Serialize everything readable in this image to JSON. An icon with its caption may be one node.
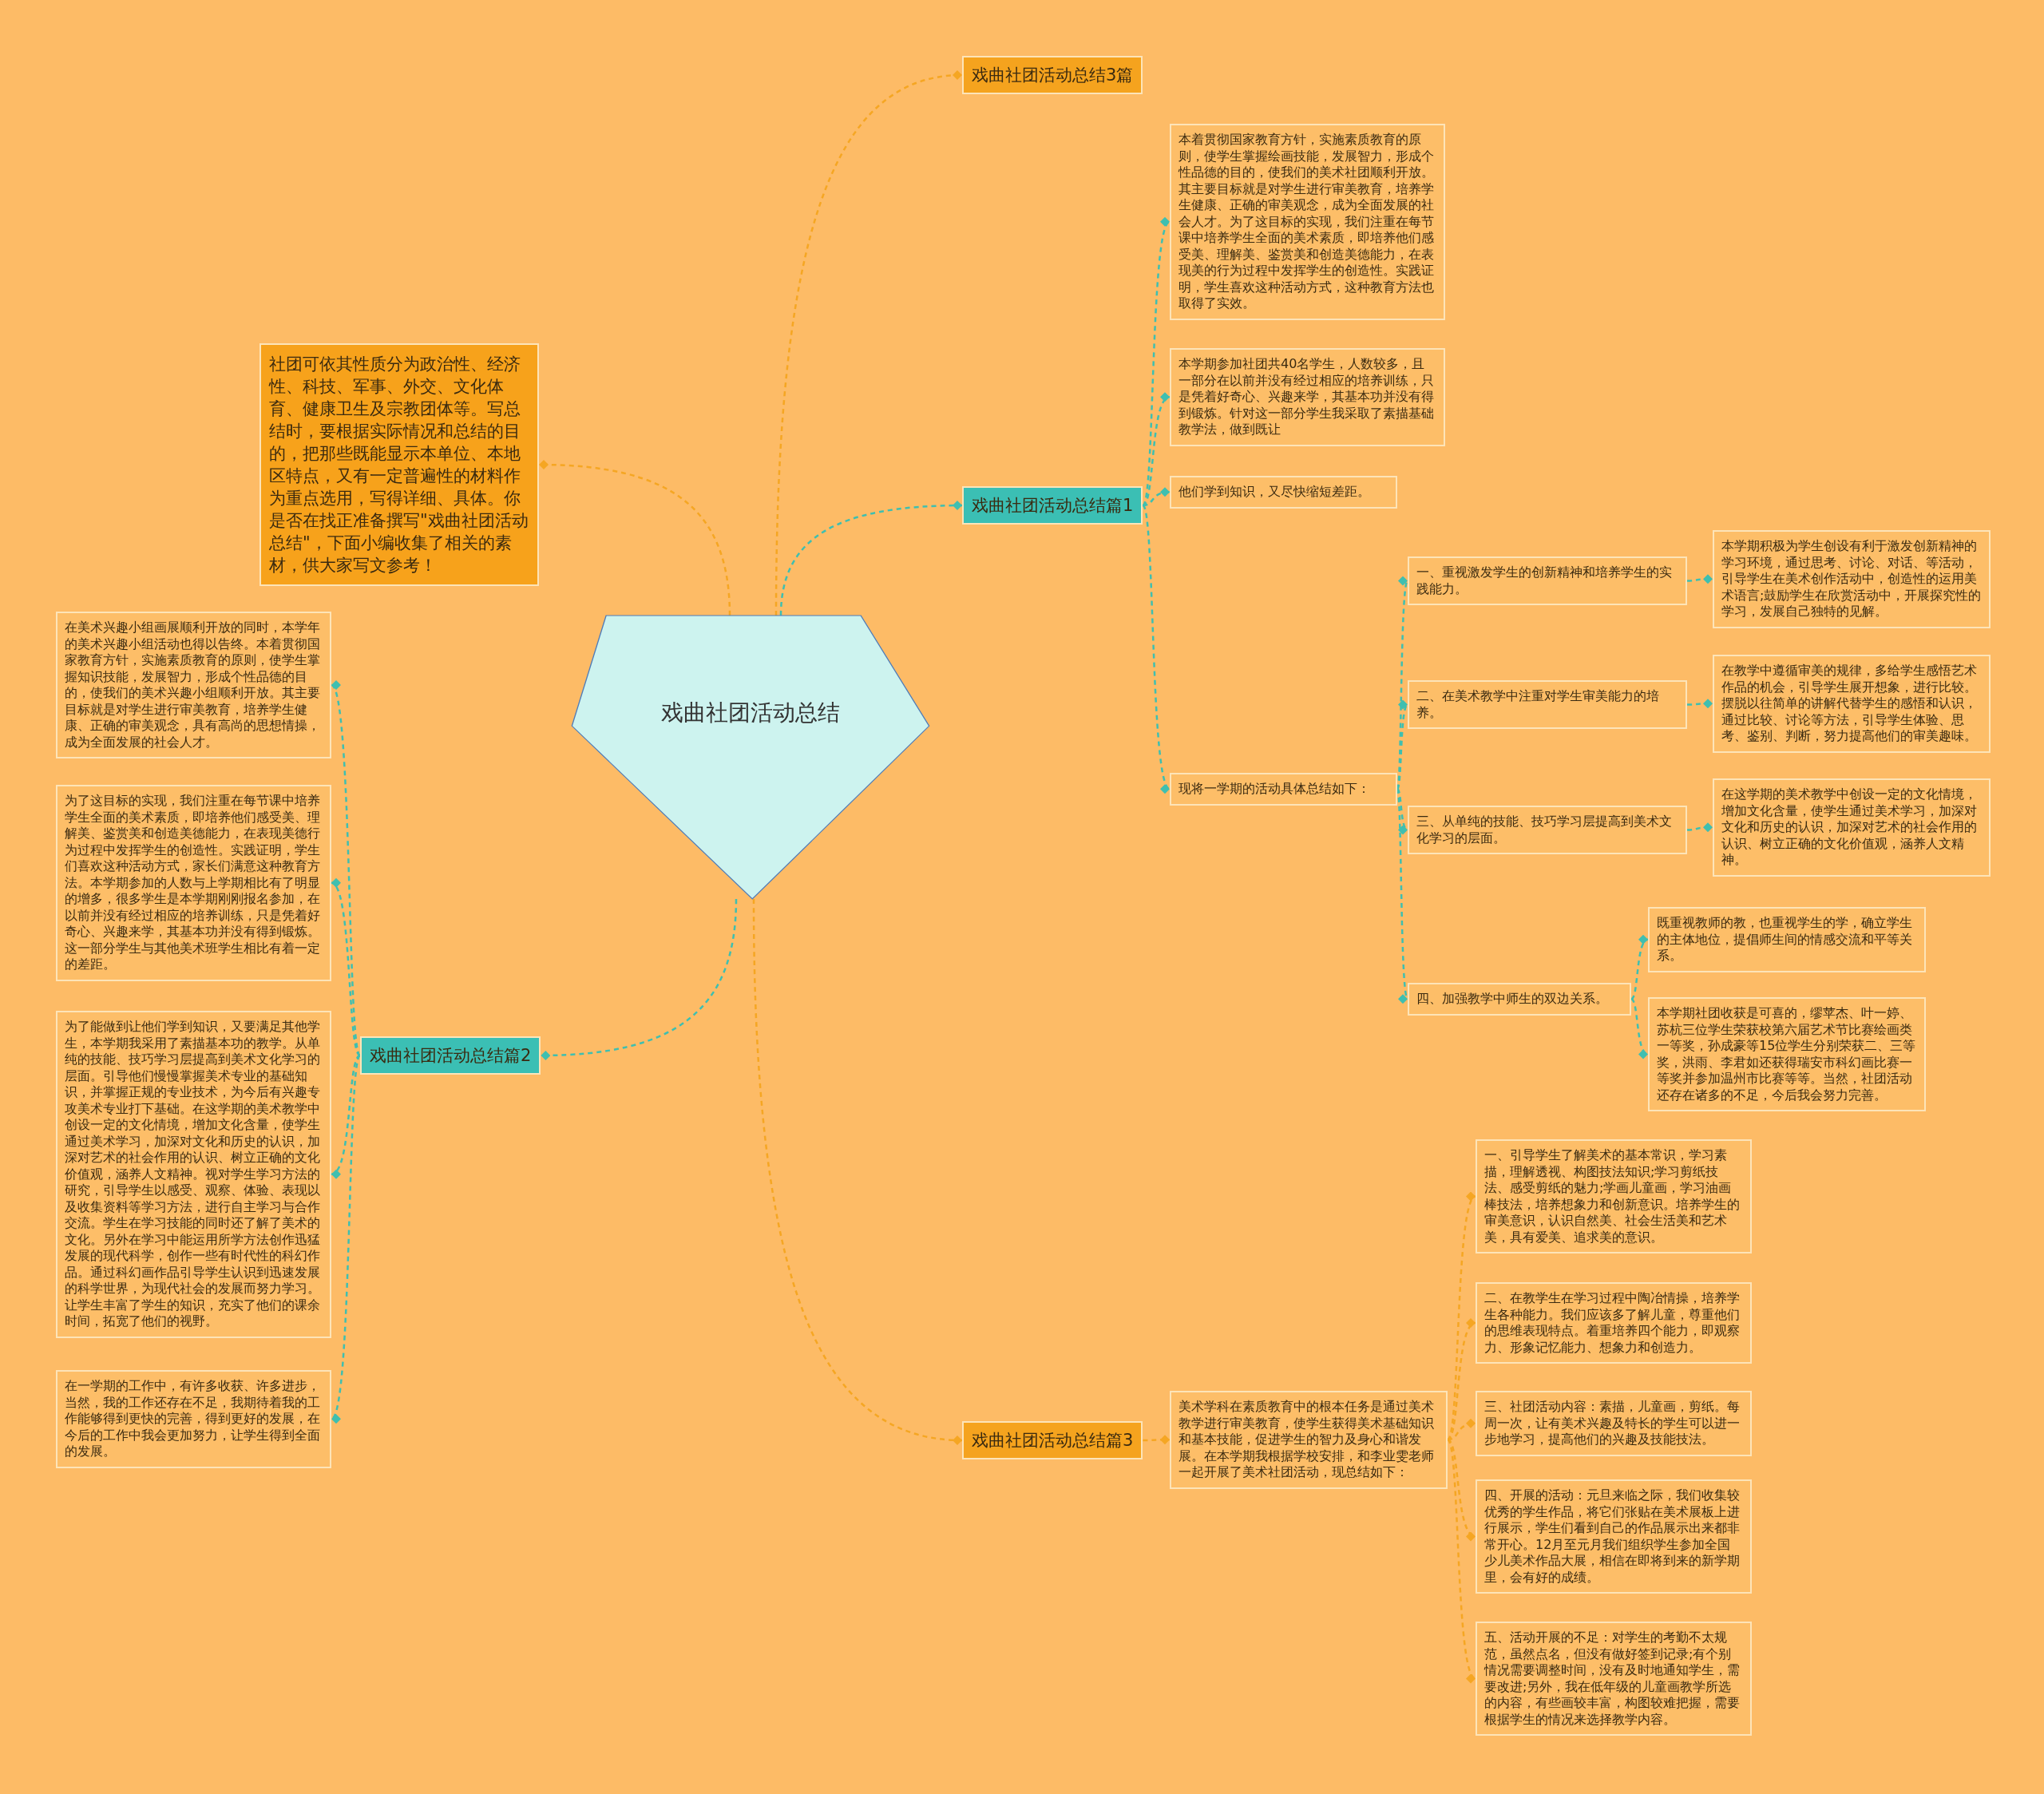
{
  "diagram": {
    "nodes": [
      {
        "text": [
          "戏曲社团活动总结"
        ]
      },
      {
        "text": [
          "戏曲社团活动总结3篇"
        ]
      },
      {
        "text": [
          "社团可依其性质分为政治性、经济性、科技、军事、外交、文化体育、健康卫生及宗教团体等。写总结时，要根据实际情况和总结的目的，把那些既能显示本单位、本地区特点，又有一定普遍性的材料作为重点选用，写得详细、具体。你是否在找正准备撰写\"戏曲社团活动总结\"，下面小编收集了相关的素材，供大家写文参考！"
        ]
      },
      {
        "text": [
          "戏曲社团活动总结篇1"
        ]
      },
      {
        "text": [
          "本着贯彻国家教育方针，实施素质教育的原则，使学生掌握绘画技能，发展智力，形成个性品德的目的，使我们的美术社团顺利开放。其主要目标就是对学生进行审美教育，培养学生健康、正确的审美观念，成为全面发展的社会人才。为了这目标的实现，我们注重在每节课中培养学生全面的美术素质，即培养他们感受美、理解美、鉴赏美和创造美德能力，在表现美的行为过程中发挥学生的创造性。实践证明，学生喜欢这种活动方式，这种教育方法也取得了实效。"
        ]
      },
      {
        "text": [
          "本学期参加社团共40名学生，人数较多，且一部分在以前并没有经过相应的培养训练，只是凭着好奇心、兴趣来学，其基本功并没有得到锻炼。针对这一部分学生我采取了素描基础教学法，做到既让"
        ]
      },
      {
        "text": [
          "他们学到知识，又尽快缩短差距。"
        ]
      },
      {
        "text": [
          "现将一学期的活动具体总结如下："
        ]
      },
      {
        "text": [
          "一、重视激发学生的创新精神和培养学生的实践能力。"
        ]
      },
      {
        "text": [
          "本学期积极为学生创设有利于激发创新精神的学习环境，通过思考、讨论、对话、等活动，引导学生在美术创作活动中，创造性的运用美术语言;鼓励学生在欣赏活动中，开展探究性的学习，发展自己独特的见解。"
        ]
      },
      {
        "text": [
          "二、在美术教学中注重对学生审美能力的培养。"
        ]
      },
      {
        "text": [
          "在教学中遵循审美的规律，多给学生感悟艺术作品的机会，引导学生展开想象，进行比较。摆脱以往简单的讲解代替学生的感悟和认识，通过比较、讨论等方法，引导学生体验、思考、鉴别、判断，努力提高他们的审美趣味。"
        ]
      },
      {
        "text": [
          "三、从单纯的技能、技巧学习层提高到美术文化学习的层面。"
        ]
      },
      {
        "text": [
          "在这学期的美术教学中创设一定的文化情境，增加文化含量，使学生通过美术学习，加深对文化和历史的认识，加深对艺术的社会作用的认识、树立正确的文化价值观，涵养人文精神。"
        ]
      },
      {
        "text": [
          "四、加强教学中师生的双边关系。"
        ]
      },
      {
        "text": [
          "既重视教师的教，也重视学生的学，确立学生的主体地位，提倡师生间的情感交流和平等关系。"
        ]
      },
      {
        "text": [
          "本学期社团收获是可喜的，缪苹杰、叶一婷、苏杭三位学生荣获校第六届艺术节比赛绘画类一等奖，孙成豪等15位学生分别荣获二、三等奖，洪雨、李君如还获得瑞安市科幻画比赛一等奖并参加温州市比赛等等。当然，社团活动还存在诸多的不足，今后我会努力完善。"
        ]
      },
      {
        "text": [
          "戏曲社团活动总结篇2"
        ]
      },
      {
        "text": [
          "在美术兴趣小组画展顺利开放的同时，本学年的美术兴趣小组活动也得以告终。本着贯彻国家教育方针，实施素质教育的原则，使学生掌握知识技能，发展智力，形成个性品德的目的，使我们的美术兴趣小组顺利开放。其主要目标就是对学生进行审美教育，培养学生健康、正确的审美观念，具有高尚的思想情操，成为全面发展的社会人才。"
        ]
      },
      {
        "text": [
          "为了这目标的实现，我们注重在每节课中培养学生全面的美术素质，即培养他们感受美、理解美、鉴赏美和创造美德能力，在表现美德行为过程中发挥学生的创造性。实践证明，学生们喜欢这种活动方式，家长们满意这种教育方法。本学期参加的人数与上学期相比有了明显的增多，很多学生是本学期刚刚报名参加，在以前并没有经过相应的培养训练，只是凭着好奇心、兴趣来学，其基本功并没有得到锻炼。这一部分学生与其他美术班学生相比有着一定的差距。"
        ]
      },
      {
        "text": [
          "为了能做到让他们学到知识，又要满足其他学生，本学期我采用了素描基本功的教学。从单纯的技能、技巧学习层提高到美术文化学习的层面。引导他们慢慢掌握美术专业的基础知识，并掌握正规的专业技术，为今后有兴趣专攻美术专业打下基础。在这学期的美术教学中创设一定的文化情境，增加文化含量，使学生通过美术学习，加深对文化和历史的认识，加深对艺术的社会作用的认识、树立正确的文化价值观，涵养人文精神。视对学生学习方法的研究，引导学生以感受、观察、体验、表现以及收集资料等学习方法，进行自主学习与合作交流。学生在学习技能的同时还了解了美术的文化。另外在学习中能运用所学方法创作迅猛发展的现代科学，创作一些有时代性的科幻作品。通过科幻画作品引导学生认识到迅速发展的科学世界，为现代社会的发展而努力学习。让学生丰富了学生的知识，充实了他们的课余时间，拓宽了他们的视野。"
        ]
      },
      {
        "text": [
          "在一学期的工作中，有许多收获、许多进步，当然，我的工作还存在不足，我期待着我的工作能够得到更快的完善，得到更好的发展，在今后的工作中我会更加努力，让学生得到全面的发展。"
        ]
      },
      {
        "text": [
          "戏曲社团活动总结篇3"
        ]
      },
      {
        "text": [
          "美术学科在素质教育中的根本任务是通过美术教学进行审美教育，使学生获得美术基础知识和基本技能，促进学生的智力及身心和谐发展。在本学期我根据学校安排，和李业雯老师一起开展了美术社团活动，现总结如下："
        ]
      },
      {
        "text": [
          "一、引导学生了解美术的基本常识，学习素描，理解透视、构图技法知识;学习剪纸技法、感受剪纸的魅力;学画儿童画，学习油画棒技法，培养想象力和创新意识。培养学生的审美意识，认识自然美、社会生活美和艺术美，具有爱美、追求美的意识。"
        ]
      },
      {
        "text": [
          "二、在教学生在学习过程中陶冶情操，培养学生各种能力。我们应该多了解儿童，尊重他们的思维表现特点。着重培养四个能力，即观察力、形象记忆能力、想象力和创造力。"
        ]
      },
      {
        "text": [
          "三、社团活动内容：素描，儿童画，剪纸。每周一次，让有美术兴趣及特长的学生可以进一步地学习，提高他们的兴趣及技能技法。"
        ]
      },
      {
        "text": [
          "四、开展的活动：元旦来临之际，我们收集较优秀的学生作品，将它们张贴在美术展板上进行展示，学生们看到自己的作品展示出来都非常开心。12月至元月我们组织学生参加全国少儿美术作品大展，相信在即将到来的新学期里，会有好的成绩。"
        ]
      },
      {
        "text": [
          "五、活动开展的不足：对学生的考勤不太规范，虽然点名，但没有做好签到记录;有个别情况需要调整时间，没有及时地通知学生，需要改进;另外，我在低年级的儿童画教学所选的内容，有些画较丰富，构图较难把握，需要根据学生的情况来选择教学内容。"
        ]
      }
    ],
    "edges": [
      {
        "from": 0,
        "to": 1,
        "arrow": "other",
        "color": "#f5a623"
      },
      {
        "from": 0,
        "to": 2,
        "arrow": "other",
        "color": "#f5a623"
      },
      {
        "from": 0,
        "to": 3,
        "arrow": "other"
      },
      {
        "from": 3,
        "to": 4,
        "arrow": "other"
      },
      {
        "from": 3,
        "to": 5,
        "arrow": "other"
      },
      {
        "from": 3,
        "to": 6,
        "arrow": "other"
      },
      {
        "from": 3,
        "to": 7,
        "arrow": "other"
      },
      {
        "from": 7,
        "to": 8,
        "arrow": "other"
      },
      {
        "from": 8,
        "to": 9,
        "arrow": "other"
      },
      {
        "from": 7,
        "to": 10,
        "arrow": "other"
      },
      {
        "from": 10,
        "to": 11,
        "arrow": "other"
      },
      {
        "from": 7,
        "to": 12,
        "arrow": "other"
      },
      {
        "from": 12,
        "to": 13,
        "arrow": "other"
      },
      {
        "from": 7,
        "to": 14,
        "arrow": "other"
      },
      {
        "from": 14,
        "to": 15,
        "arrow": "other"
      },
      {
        "from": 14,
        "to": 16,
        "arrow": "other"
      },
      {
        "from": 0,
        "to": 17,
        "arrow": "other"
      },
      {
        "from": 17,
        "to": 18,
        "arrow": "other"
      },
      {
        "from": 17,
        "to": 19,
        "arrow": "other"
      },
      {
        "from": 17,
        "to": 20,
        "arrow": "other"
      },
      {
        "from": 17,
        "to": 21,
        "arrow": "other"
      },
      {
        "from": 0,
        "to": 22,
        "arrow": "other",
        "color": "#f5a623"
      },
      {
        "from": 22,
        "to": 23,
        "arrow": "other",
        "color": "#f5a623"
      },
      {
        "from": 23,
        "to": 24,
        "arrow": "other",
        "color": "#f5a623"
      },
      {
        "from": 23,
        "to": 25,
        "arrow": "other",
        "color": "#f5a623"
      },
      {
        "from": 23,
        "to": 26,
        "arrow": "other",
        "color": "#f5a623"
      },
      {
        "from": 23,
        "to": 27,
        "arrow": "other",
        "color": "#f5a623"
      },
      {
        "from": 23,
        "to": 28,
        "arrow": "other",
        "color": "#f5a623"
      }
    ]
  }
}
